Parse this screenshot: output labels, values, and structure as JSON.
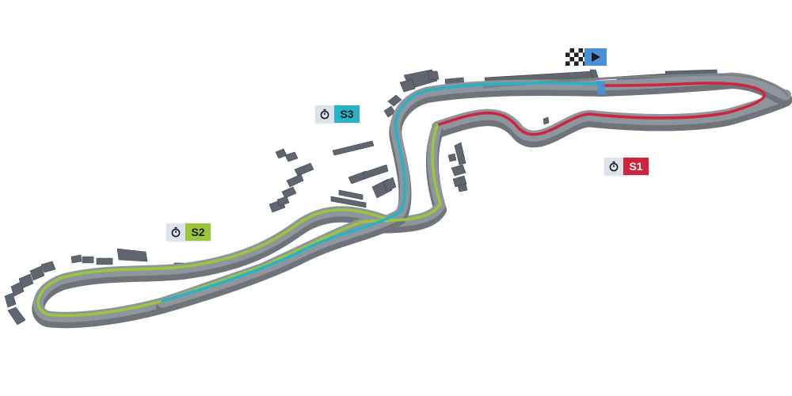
{
  "sectors": [
    {
      "id": "s1",
      "label": "S1",
      "color": "#d0243c",
      "text_color": "#ffffff"
    },
    {
      "id": "s2",
      "label": "S2",
      "color": "#9bc53d",
      "text_color": "#1a1a1a"
    },
    {
      "id": "s3",
      "label": "S3",
      "color": "#27b3c6",
      "text_color": "#1a1a1a"
    }
  ],
  "colors": {
    "track_wall": "#8f959c",
    "track_wall_dark": "#6f747a",
    "building": "#5f6670",
    "timer_bg": "#dde3ec",
    "timer_icon": "#1a1a1a",
    "start_play": "#4a90d9"
  },
  "icons": {
    "timer": "stopwatch-icon",
    "start": "checkered-flag-icon",
    "direction": "play-icon"
  }
}
